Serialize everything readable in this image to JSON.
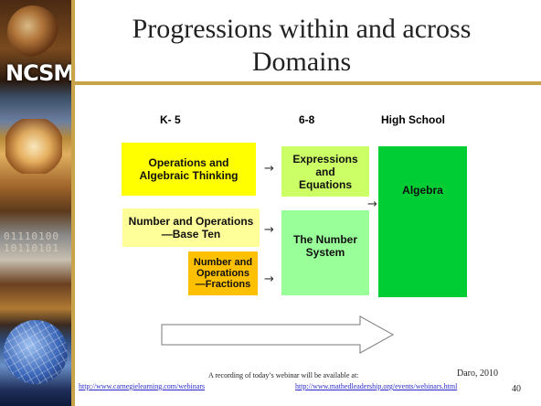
{
  "logo_text": "NCSM",
  "title": "Progressions within and across Domains",
  "columns": {
    "k5": "K- 5",
    "m68": "6-8",
    "hs": "High School"
  },
  "boxes": {
    "ops_alg": "Operations and Algebraic Thinking",
    "expr_eq": "Expressions and Equations",
    "num_ops_base": "Number and Operations—Base Ten",
    "num_ops_frac": "Number and Operations —Fractions",
    "number_system": "The Number System",
    "algebra": "Algebra"
  },
  "colors": {
    "yellow": "#ffff00",
    "light_yellow": "#ffff99",
    "orange": "#ffc000",
    "lime": "#ccff66",
    "light_green": "#99ff99",
    "green": "#00cc33",
    "gold_rule": "#c9a34a"
  },
  "arrow_glyph": "→",
  "footer": {
    "recording": "A recording of today’s webinar will be available at:",
    "credit": "Daro, 2010",
    "link1": "http://www.carnegielearning.com/webinars",
    "link2": "http://www.mathedleadership.org/events/webinars.html",
    "page": "40"
  }
}
